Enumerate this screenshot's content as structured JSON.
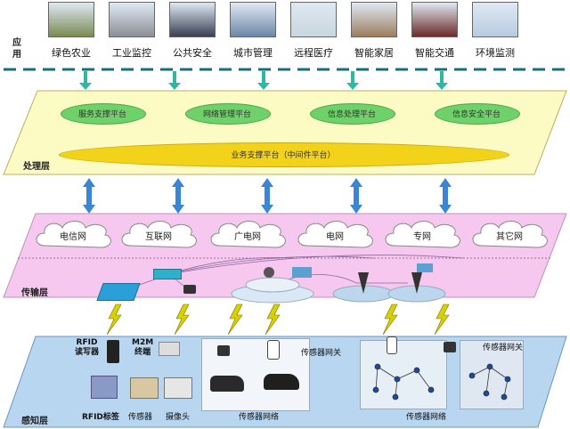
{
  "application_layer": {
    "label": "应\n用",
    "apps": [
      {
        "label": "绿色农业",
        "icon": "farm-field-photo",
        "color": "#7a8a52"
      },
      {
        "label": "工业监控",
        "icon": "factory-tower-photo",
        "color": "#8c8f95"
      },
      {
        "label": "公共安全",
        "icon": "control-room-photo",
        "color": "#3a3f55"
      },
      {
        "label": "城市管理",
        "icon": "city-skyline-photo",
        "color": "#6e86a6"
      },
      {
        "label": "远程医疗",
        "icon": "medical-device-photo",
        "color": "#c9d6de"
      },
      {
        "label": "智能家居",
        "icon": "house-photo",
        "color": "#9b7e5e"
      },
      {
        "label": "智能交通",
        "icon": "truck-photo",
        "color": "#6b2a2a"
      },
      {
        "label": "环境监测",
        "icon": "weather-station-photo",
        "color": "#b9cbe0"
      }
    ]
  },
  "processing_layer": {
    "label": "处理层",
    "platforms": [
      "服务支撑平台",
      "网络管理平台",
      "信息处理平台",
      "信息安全平台"
    ],
    "middleware": "业务支撑平台（中间件平台）",
    "bg_color": "#fdfbc4",
    "ellipse_color": "#6fd16a",
    "middleware_color": "#f3d21a"
  },
  "transport_layer": {
    "label": "传输层",
    "networks": [
      "电信网",
      "互联网",
      "广电网",
      "电网",
      "专网",
      "其它网"
    ],
    "bg_color": "#f7c8ef"
  },
  "perception_layer": {
    "label": "感知层",
    "bg_color": "#b8d6f0",
    "labels": {
      "rfid_reader": "RFID\n读写器",
      "m2m_terminal": "M2M\n终端",
      "rfid_tag": "RFID标签",
      "sensor": "传感器",
      "camera": "摄像头",
      "sensor_network_1": "传感器网络",
      "sensor_gateway_1": "传感器网关",
      "sensor_network_2": "传感器网络",
      "sensor_gateway_2": "传感器网关"
    }
  },
  "colors": {
    "arrow": "#2eb8a2",
    "blue_arrow": "#3a86d6",
    "dashed_line": "#1a6e7a",
    "lightning": "#d8d000"
  }
}
